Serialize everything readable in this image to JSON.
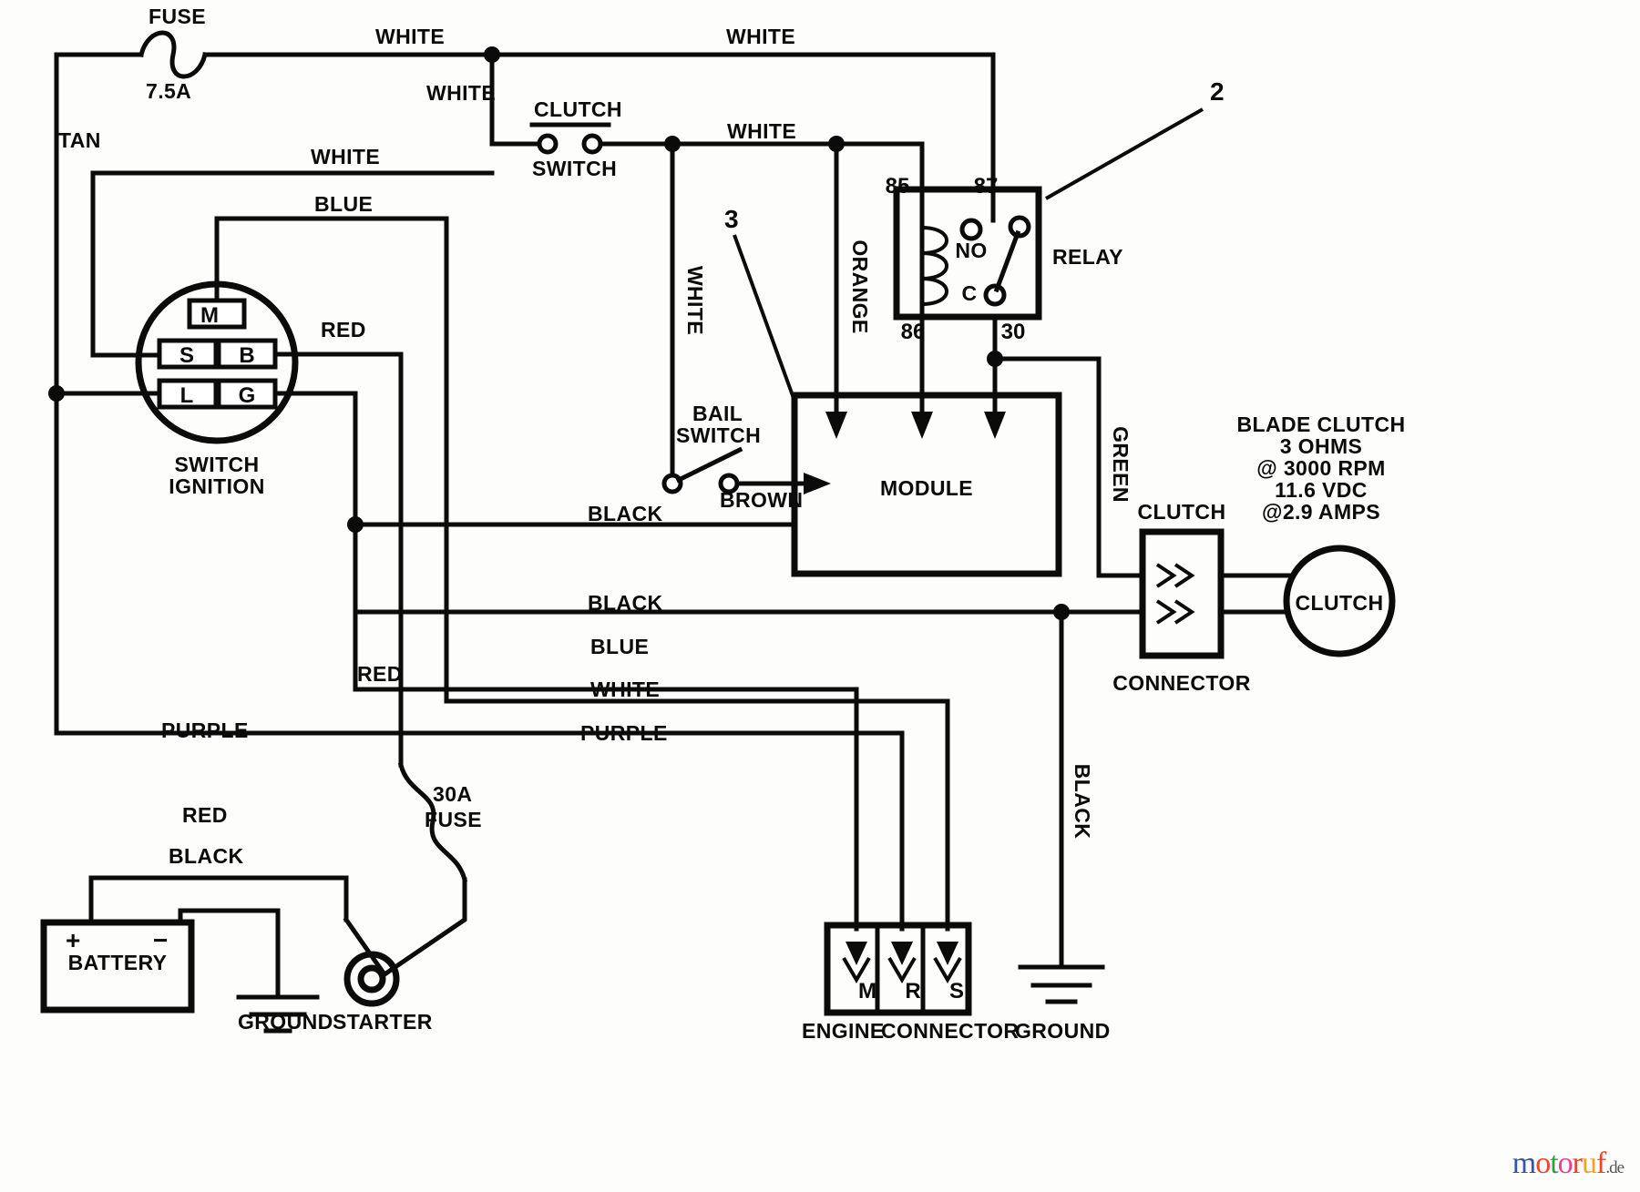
{
  "title": "Lawn tractor electrical wiring diagram",
  "callouts": {
    "relay_ref": "2",
    "bail_ref": "3"
  },
  "fuse": {
    "name": "FUSE",
    "rating": "7.5A"
  },
  "fuse30": {
    "rating": "30A",
    "name": "FUSE"
  },
  "wire_labels": {
    "tan": "TAN",
    "white_top_left": "WHITE",
    "white_top_right": "WHITE",
    "white_clutch_left": "WHITE",
    "white_ign": "WHITE",
    "blue_ign": "BLUE",
    "red_ign": "RED",
    "white_clutch_right": "WHITE",
    "white_vertical": "WHITE",
    "orange_vertical": "ORANGE",
    "green_vertical": "GREEN",
    "black_upper": "BLACK",
    "black_lower": "BLACK",
    "blue_lower": "BLUE",
    "white_lower": "WHITE",
    "purple_upper": "PURPLE",
    "purple_lower": "PURPLE",
    "red_starter": "RED",
    "red_battery": "RED",
    "black_battery": "BLACK",
    "black_ground_vertical": "BLACK",
    "brown": "BROWN"
  },
  "ignition_switch": {
    "label_line1": "SWITCH",
    "label_line2": "IGNITION",
    "terminals": {
      "m": "M",
      "s": "S",
      "b": "B",
      "l": "L",
      "g": "G"
    }
  },
  "clutch_switch": {
    "line1": "CLUTCH",
    "line2": "SWITCH"
  },
  "bail_switch": {
    "line1": "BAIL",
    "line2": "SWITCH"
  },
  "relay": {
    "name": "RELAY",
    "terminals": {
      "t85": "85",
      "t87": "87",
      "t86": "86",
      "t30": "30"
    },
    "contacts": {
      "no": "NO",
      "c": "C"
    }
  },
  "module": {
    "name": "MODULE"
  },
  "blade_clutch_spec": {
    "line1": "BLADE CLUTCH",
    "line2": "3 OHMS",
    "line3": "@ 3000 RPM",
    "line4": "11.6 VDC",
    "line5": "@2.9 AMPS"
  },
  "clutch_connector": {
    "top": "CLUTCH",
    "bottom": "CONNECTOR"
  },
  "clutch_load": {
    "name": "CLUTCH"
  },
  "battery": {
    "name": "BATTERY",
    "plus": "+",
    "minus": "−"
  },
  "ground_left": {
    "name": "GROUND"
  },
  "starter": {
    "name": "STARTER"
  },
  "engine_connector": {
    "line1": "ENGINE",
    "line2": "CONNECTOR",
    "pins": {
      "m": "M",
      "r": "R",
      "s": "S"
    }
  },
  "ground_right": {
    "name": "GROUND"
  },
  "watermark": {
    "text": "motoruf",
    "suffix": ".de"
  },
  "colors": {
    "ink": "#0b0b0b",
    "paper": "#fdfdfb",
    "wm_m": "#3a52a4",
    "wm_o1": "#e8462a",
    "wm_t": "#2e9c4a",
    "wm_o2": "#ef3f8f",
    "wm_r": "#e8462a",
    "wm_u": "#f0a22e",
    "wm_f": "#e8462a"
  }
}
